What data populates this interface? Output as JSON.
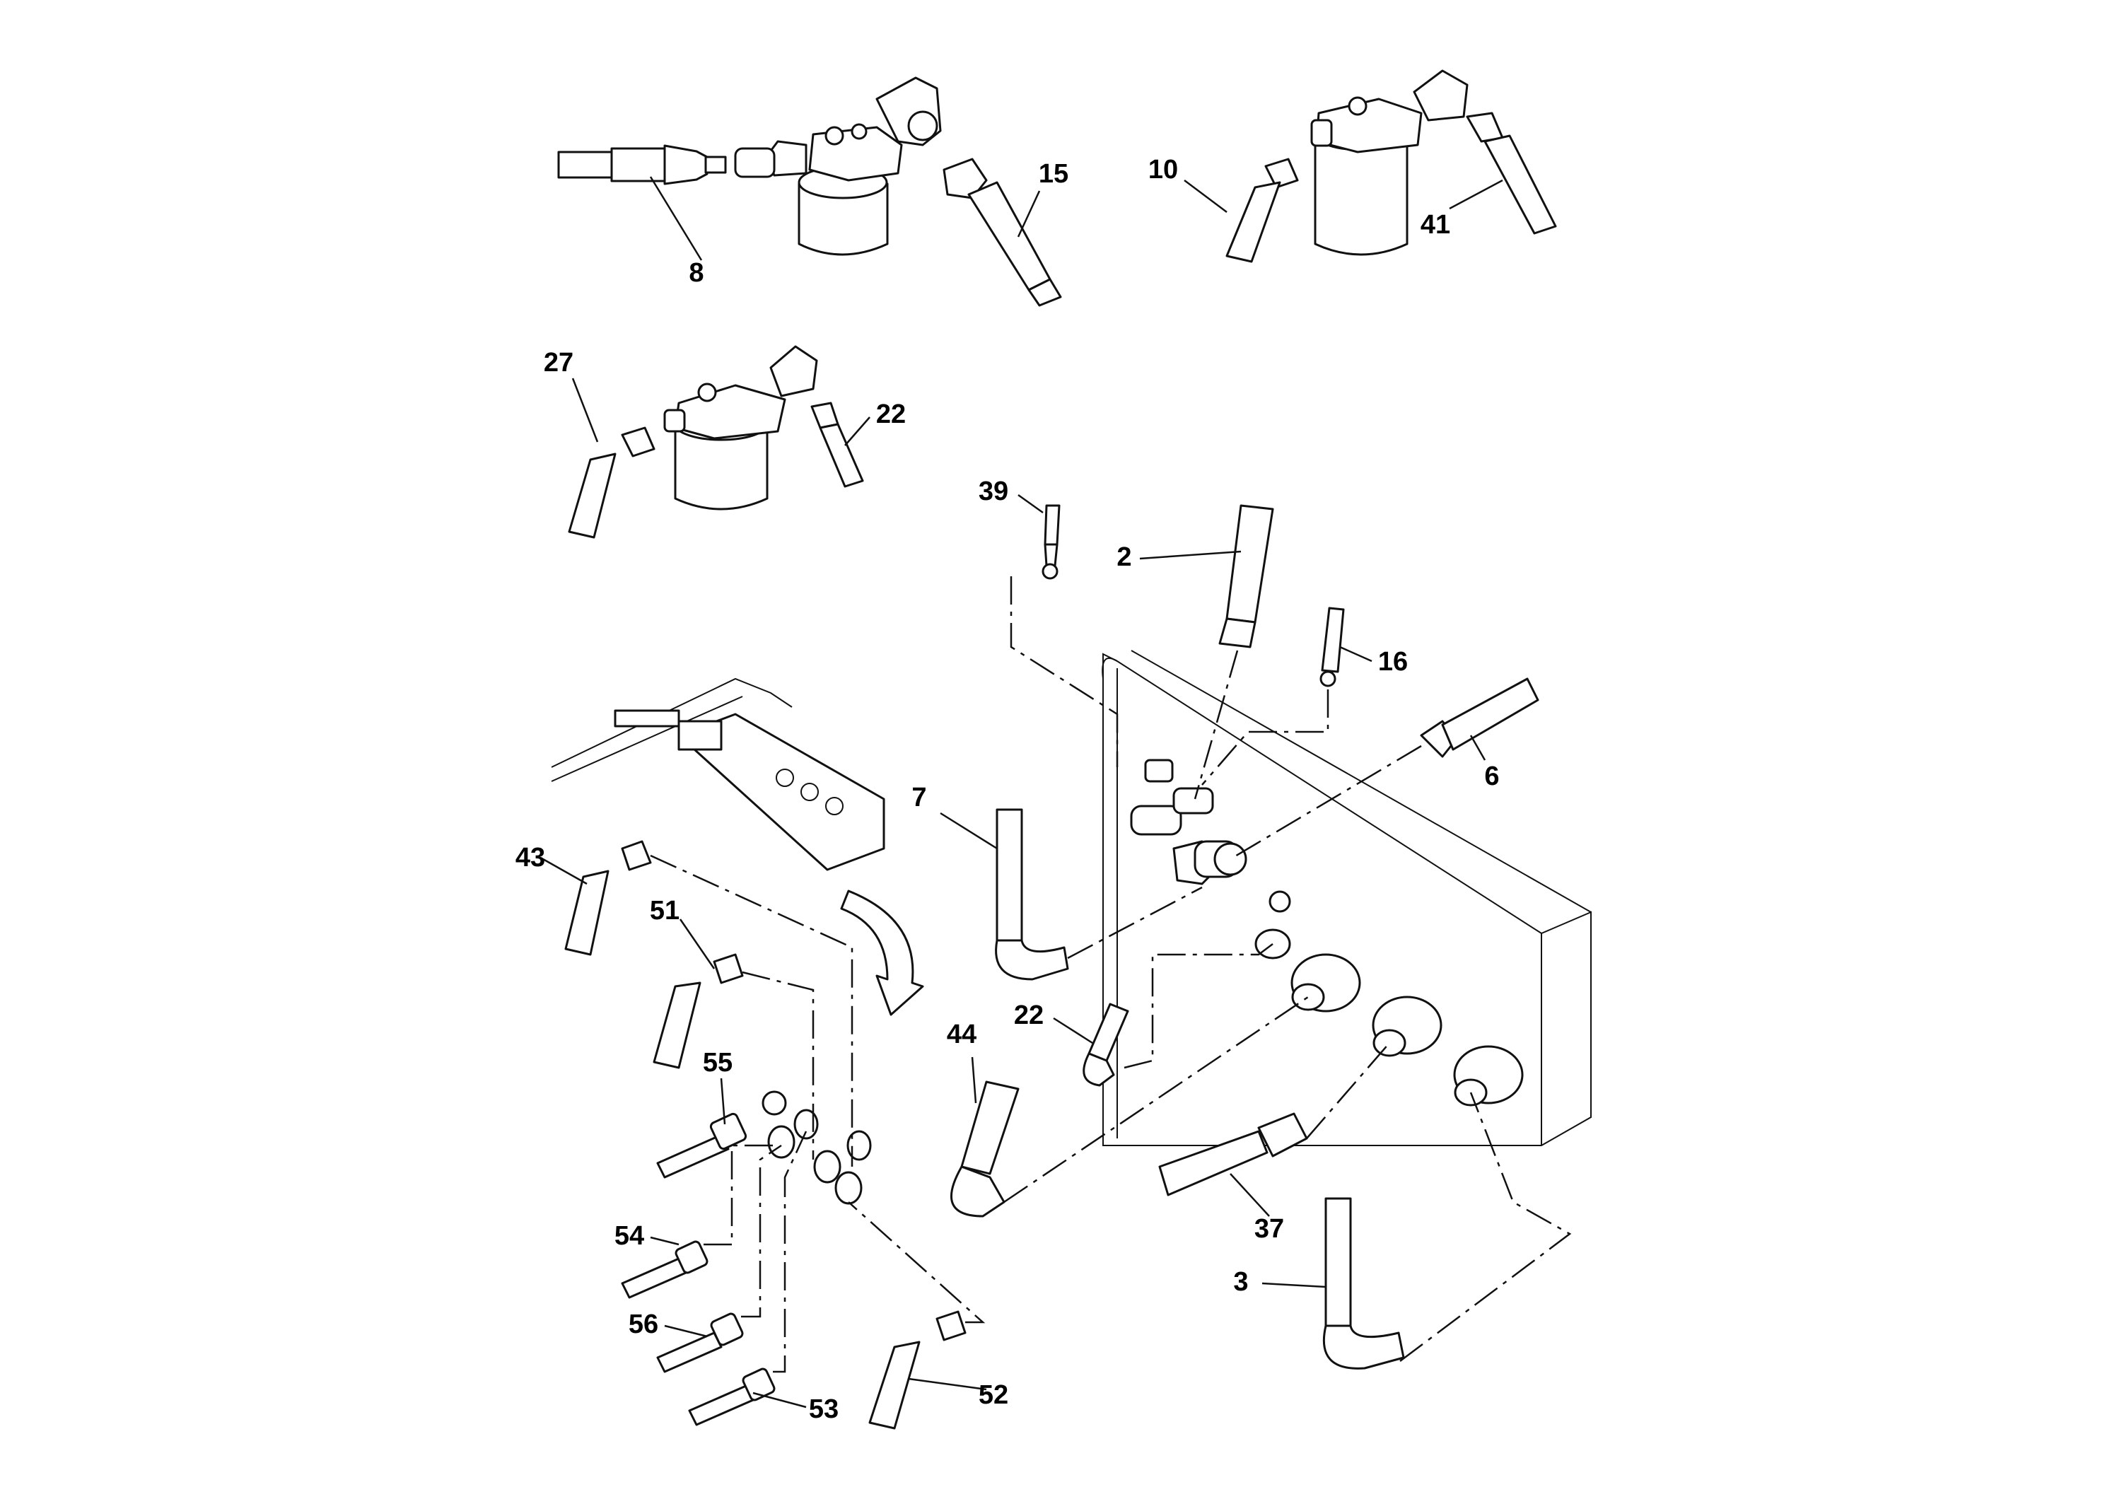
{
  "callouts": {
    "c8": "8",
    "c15": "15",
    "c10": "10",
    "c41": "41",
    "c27": "27",
    "c22a": "22",
    "c39": "39",
    "c2": "2",
    "c16": "16",
    "c6": "6",
    "c7": "7",
    "c43": "43",
    "c51": "51",
    "c55": "55",
    "c44": "44",
    "c22b": "22",
    "c37": "37",
    "c3": "3",
    "c54": "54",
    "c56": "56",
    "c53": "53",
    "c52": "52"
  }
}
